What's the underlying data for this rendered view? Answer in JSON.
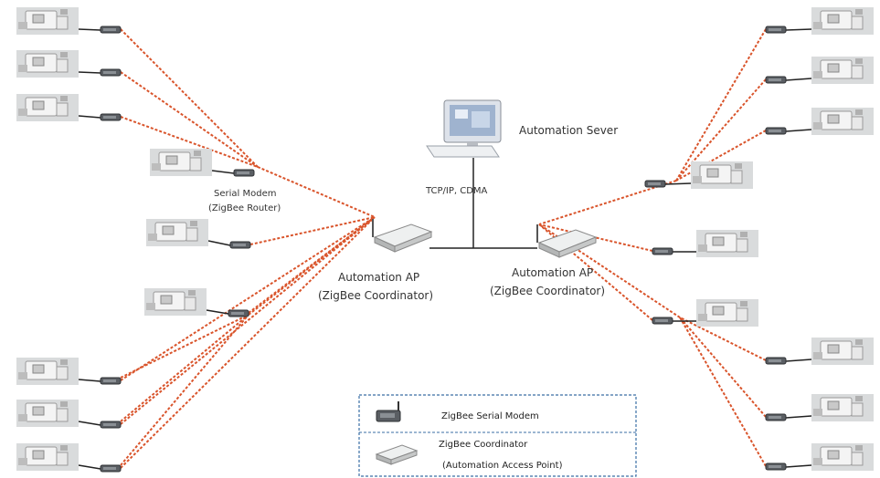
{
  "labels": {
    "server": "Automation Sever",
    "network": "TCP/IP,  CDMA",
    "router": [
      "Serial Modem",
      "(ZigBee Router)"
    ],
    "ap_left": [
      "Automation AP",
      "(ZigBee Coordinator)"
    ],
    "ap_right": [
      "Automation AP",
      "(ZigBee Coordinator)"
    ]
  },
  "legend": {
    "items": [
      {
        "icon": "zigbee-serial-modem-icon",
        "label": "ZigBee Serial Modem"
      },
      {
        "icon": "zigbee-coordinator-icon",
        "label": "ZigBee Coordinator",
        "sublabel": "(Automation Access Point)"
      }
    ]
  },
  "colors": {
    "link": "#d9542b",
    "wire": "#222222",
    "legend_border": "#3a6ea5"
  }
}
